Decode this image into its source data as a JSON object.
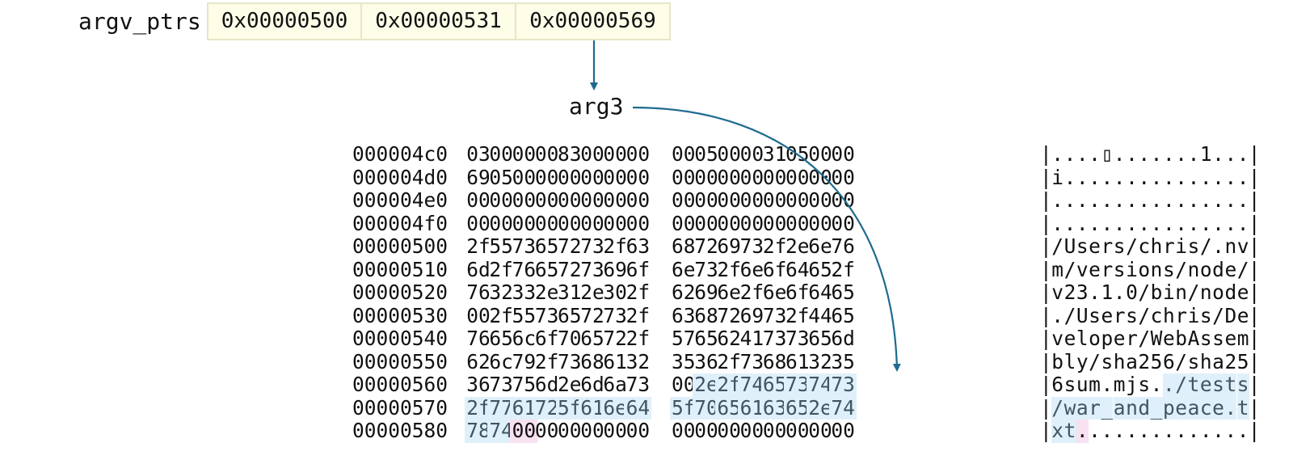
{
  "argv": {
    "label": "argv_ptrs",
    "pointers": [
      "0x00000500",
      "0x00000531",
      "0x00000569"
    ],
    "target_label": "arg3"
  },
  "colors": {
    "arrow": "#1f6a8f",
    "highlight_blue": "#dff0fa",
    "highlight_pink": "#f8e1f0",
    "pointer_cell": "#fdfde8"
  },
  "hexdump": {
    "rows": [
      {
        "addr": "000004c0",
        "bytes": [
          "03",
          "00",
          "00",
          "00",
          "83",
          "00",
          "00",
          "00",
          "00",
          "05",
          "00",
          "00",
          "31",
          "05",
          "00",
          "00"
        ],
        "ascii": "....▯.......1..."
      },
      {
        "addr": "000004d0",
        "bytes": [
          "69",
          "05",
          "00",
          "00",
          "00",
          "00",
          "00",
          "00",
          "00",
          "00",
          "00",
          "00",
          "00",
          "00",
          "00",
          "00"
        ],
        "ascii": "i..............."
      },
      {
        "addr": "000004e0",
        "bytes": [
          "00",
          "00",
          "00",
          "00",
          "00",
          "00",
          "00",
          "00",
          "00",
          "00",
          "00",
          "00",
          "00",
          "00",
          "00",
          "00"
        ],
        "ascii": "................"
      },
      {
        "addr": "000004f0",
        "bytes": [
          "00",
          "00",
          "00",
          "00",
          "00",
          "00",
          "00",
          "00",
          "00",
          "00",
          "00",
          "00",
          "00",
          "00",
          "00",
          "00"
        ],
        "ascii": "................"
      },
      {
        "addr": "00000500",
        "bytes": [
          "2f",
          "55",
          "73",
          "65",
          "72",
          "73",
          "2f",
          "63",
          "68",
          "72",
          "69",
          "73",
          "2f",
          "2e",
          "6e",
          "76"
        ],
        "ascii": "/Users/chris/.nv"
      },
      {
        "addr": "00000510",
        "bytes": [
          "6d",
          "2f",
          "76",
          "65",
          "72",
          "73",
          "69",
          "6f",
          "6e",
          "73",
          "2f",
          "6e",
          "6f",
          "64",
          "65",
          "2f"
        ],
        "ascii": "m/versions/node/"
      },
      {
        "addr": "00000520",
        "bytes": [
          "76",
          "32",
          "33",
          "2e",
          "31",
          "2e",
          "30",
          "2f",
          "62",
          "69",
          "6e",
          "2f",
          "6e",
          "6f",
          "64",
          "65"
        ],
        "ascii": "v23.1.0/bin/node"
      },
      {
        "addr": "00000530",
        "bytes": [
          "00",
          "2f",
          "55",
          "73",
          "65",
          "72",
          "73",
          "2f",
          "63",
          "68",
          "72",
          "69",
          "73",
          "2f",
          "44",
          "65"
        ],
        "ascii": "./Users/chris/De"
      },
      {
        "addr": "00000540",
        "bytes": [
          "76",
          "65",
          "6c",
          "6f",
          "70",
          "65",
          "72",
          "2f",
          "57",
          "65",
          "62",
          "41",
          "73",
          "73",
          "65",
          "6d"
        ],
        "ascii": "veloper/WebAssem"
      },
      {
        "addr": "00000550",
        "bytes": [
          "62",
          "6c",
          "79",
          "2f",
          "73",
          "68",
          "61",
          "32",
          "35",
          "36",
          "2f",
          "73",
          "68",
          "61",
          "32",
          "35"
        ],
        "ascii": "bly/sha256/sha25"
      },
      {
        "addr": "00000560",
        "bytes": [
          "36",
          "73",
          "75",
          "6d",
          "2e",
          "6d",
          "6a",
          "73",
          "00",
          "2e",
          "2f",
          "74",
          "65",
          "73",
          "74",
          "73"
        ],
        "ascii": "6sum.mjs../tests"
      },
      {
        "addr": "00000570",
        "bytes": [
          "2f",
          "77",
          "61",
          "72",
          "5f",
          "61",
          "6e",
          "64",
          "5f",
          "70",
          "65",
          "61",
          "63",
          "65",
          "2e",
          "74"
        ],
        "ascii": "/war_and_peace.t"
      },
      {
        "addr": "00000580",
        "bytes": [
          "78",
          "74",
          "00",
          "00",
          "00",
          "00",
          "00",
          "00",
          "00",
          "00",
          "00",
          "00",
          "00",
          "00",
          "00",
          "00"
        ],
        "ascii": "xt.............."
      }
    ]
  }
}
